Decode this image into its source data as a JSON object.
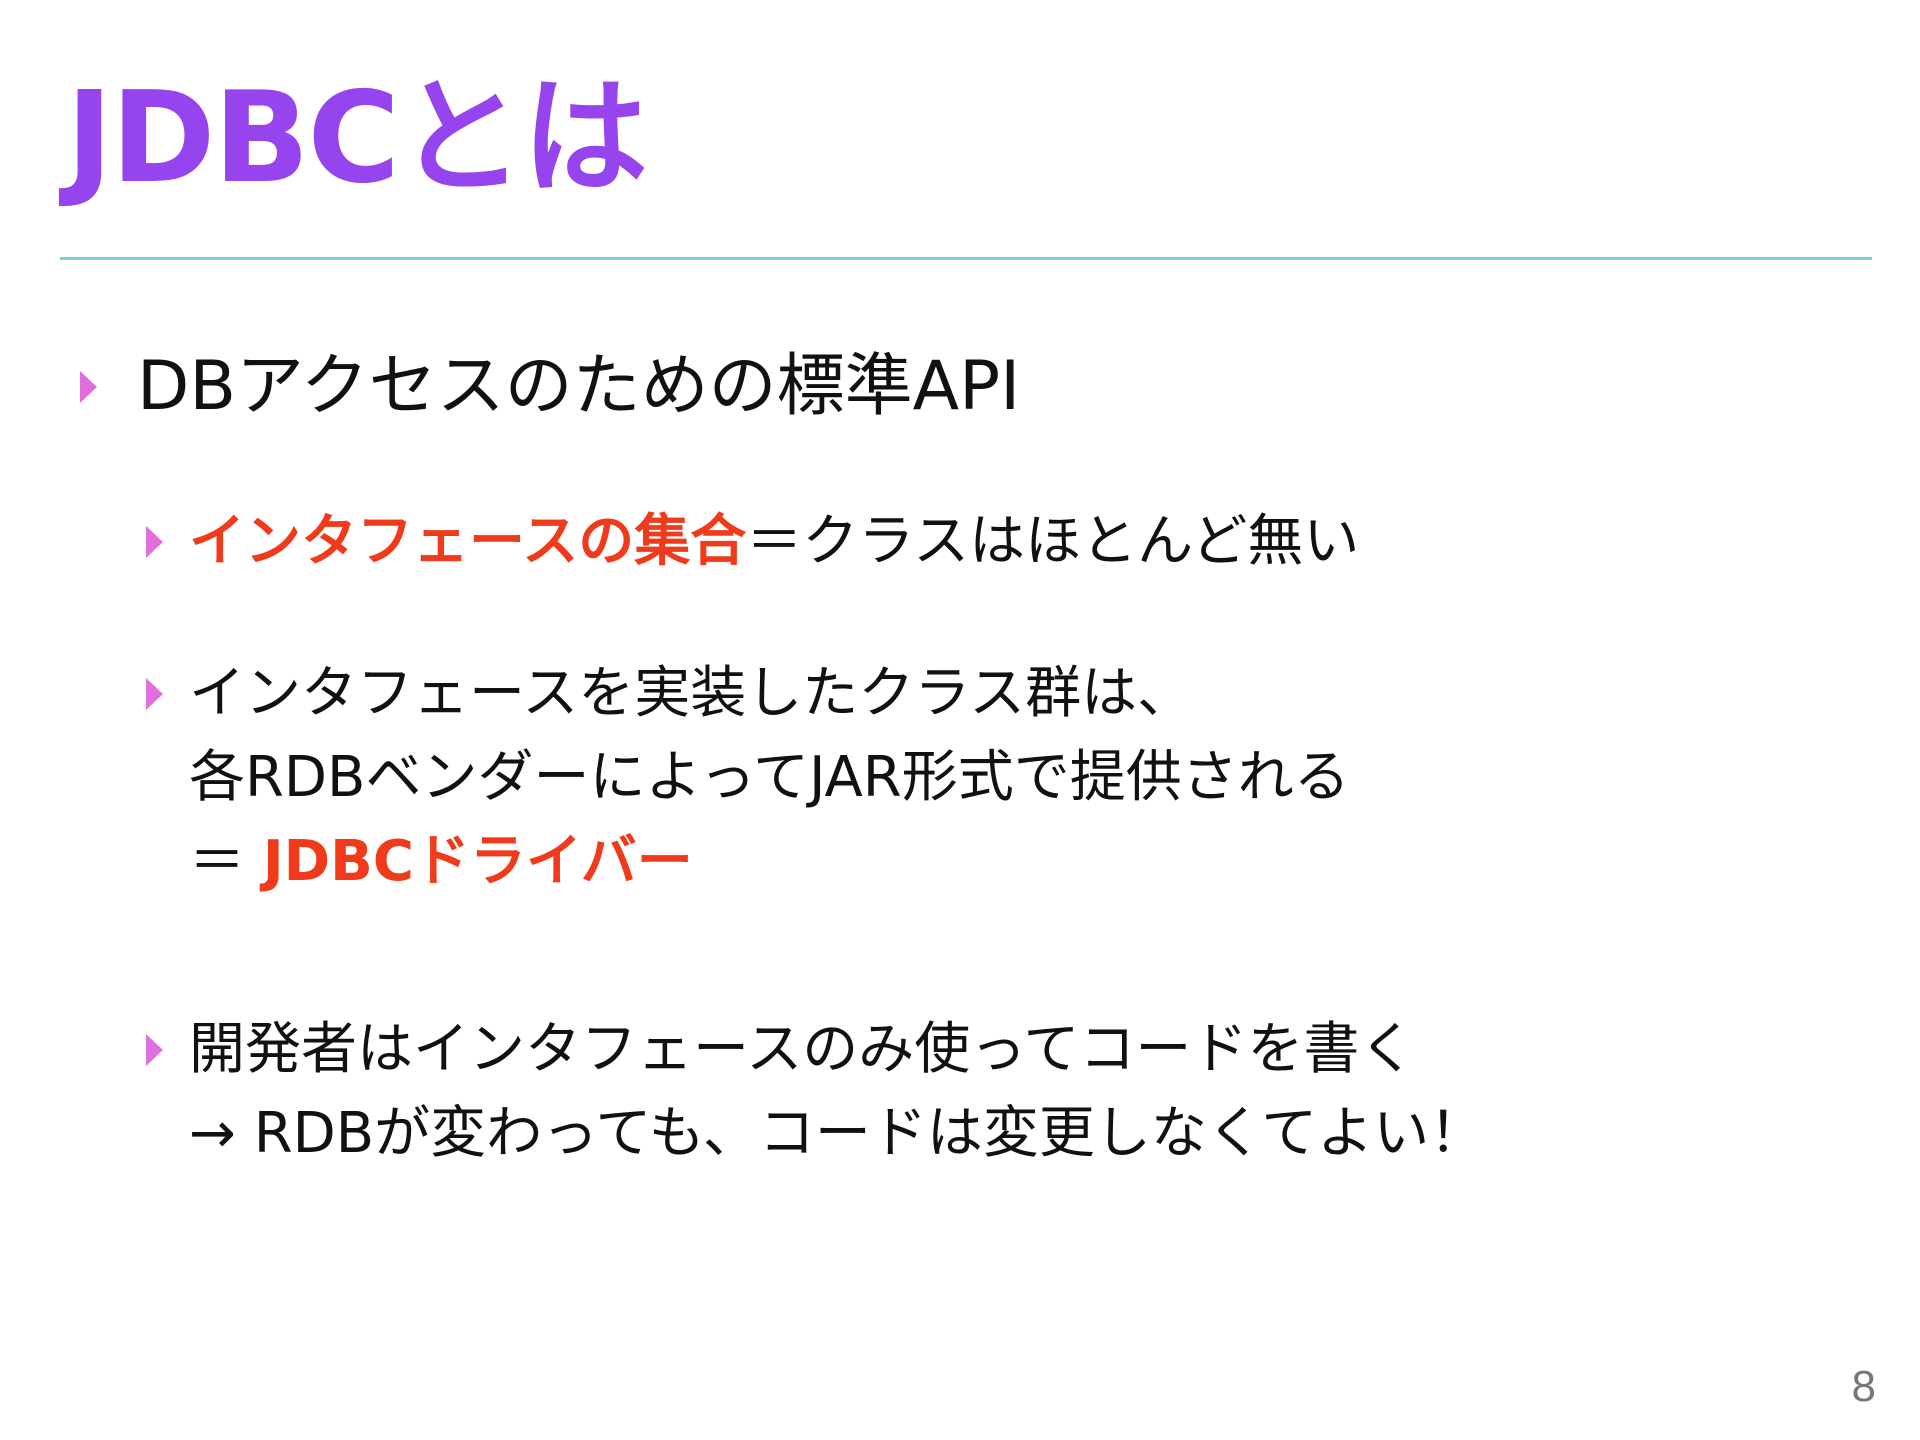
{
  "slide": {
    "title": "JDBCとは",
    "page_number": "8",
    "colors": {
      "title": "#9644ee",
      "rule": "#7ccbe8",
      "bullet_marker": "#e06edc",
      "emphasis": "#ef3a1c",
      "text": "#111111"
    }
  },
  "bullets": [
    {
      "level": 1,
      "text": "DBアクセスのための標準API"
    },
    {
      "level": 2,
      "emphasis": "インタフェースの集合",
      "text": "＝クラスはほとんど無い"
    },
    {
      "level": 2,
      "line1": "インタフェースを実装したクラス群は、",
      "line2": "各RDBベンダーによってJAR形式で提供される",
      "line3_prefix": "＝ ",
      "line3_emphasis": "JDBCドライバー"
    },
    {
      "level": 2,
      "line1": "開発者はインタフェースのみ使ってコードを書く",
      "line2": "→ RDBが変わっても、コードは変更しなくてよい！"
    }
  ]
}
